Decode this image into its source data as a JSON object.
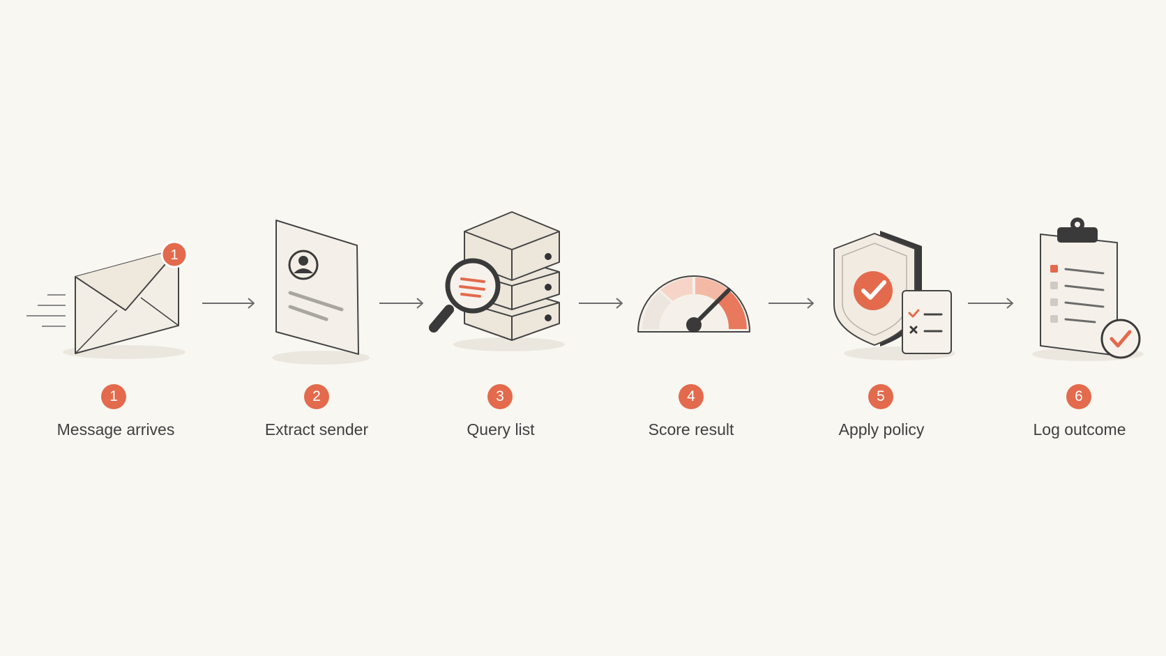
{
  "steps": [
    {
      "number": "1",
      "label": "Message arrives",
      "icon": "envelope-icon",
      "badge": "1"
    },
    {
      "number": "2",
      "label": "Extract sender",
      "icon": "contact-card-icon"
    },
    {
      "number": "3",
      "label": "Query list",
      "icon": "database-search-icon"
    },
    {
      "number": "4",
      "label": "Score result",
      "icon": "gauge-icon"
    },
    {
      "number": "5",
      "label": "Apply policy",
      "icon": "shield-check-icon"
    },
    {
      "number": "6",
      "label": "Log outcome",
      "icon": "clipboard-icon"
    }
  ],
  "colors": {
    "background": "#f9f7f2",
    "accent": "#e36a4c",
    "accent_light": "#f3b9a5",
    "ink": "#3a3a3a",
    "paper": "#f2eee6"
  }
}
